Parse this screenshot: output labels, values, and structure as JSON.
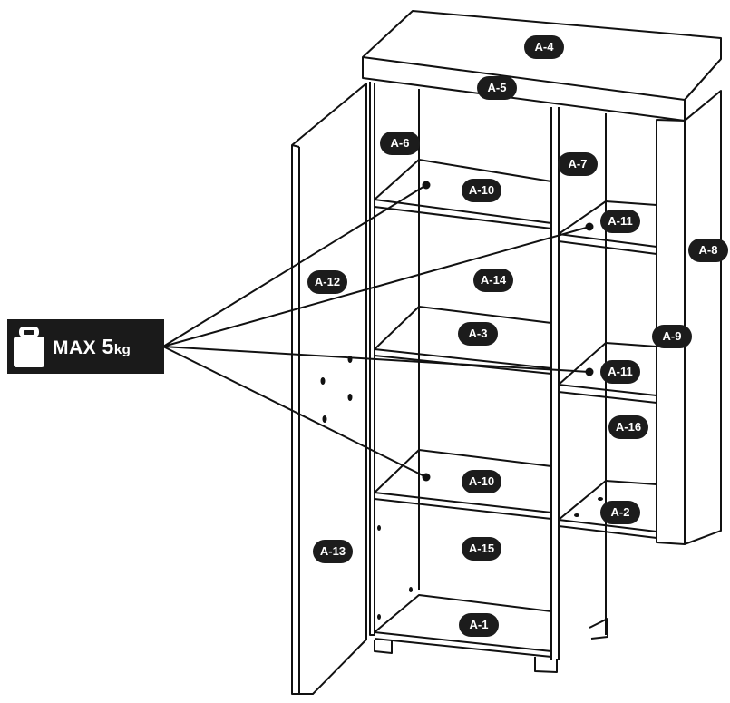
{
  "weight_limit": {
    "prefix": "MAX",
    "value": "5",
    "unit": "kg",
    "icon": "weight-icon"
  },
  "labels": [
    {
      "id": "A-4",
      "text": "A-4"
    },
    {
      "id": "A-5",
      "text": "A-5"
    },
    {
      "id": "A-6",
      "text": "A-6"
    },
    {
      "id": "A-7",
      "text": "A-7"
    },
    {
      "id": "A-10a",
      "text": "A-10"
    },
    {
      "id": "A-11a",
      "text": "A-11"
    },
    {
      "id": "A-8",
      "text": "A-8"
    },
    {
      "id": "A-12",
      "text": "A-12"
    },
    {
      "id": "A-14",
      "text": "A-14"
    },
    {
      "id": "A-3",
      "text": "A-3"
    },
    {
      "id": "A-9",
      "text": "A-9"
    },
    {
      "id": "A-11b",
      "text": "A-11"
    },
    {
      "id": "A-16",
      "text": "A-16"
    },
    {
      "id": "A-10b",
      "text": "A-10"
    },
    {
      "id": "A-2",
      "text": "A-2"
    },
    {
      "id": "A-15",
      "text": "A-15"
    },
    {
      "id": "A-13",
      "text": "A-13"
    },
    {
      "id": "A-1",
      "text": "A-1"
    }
  ]
}
